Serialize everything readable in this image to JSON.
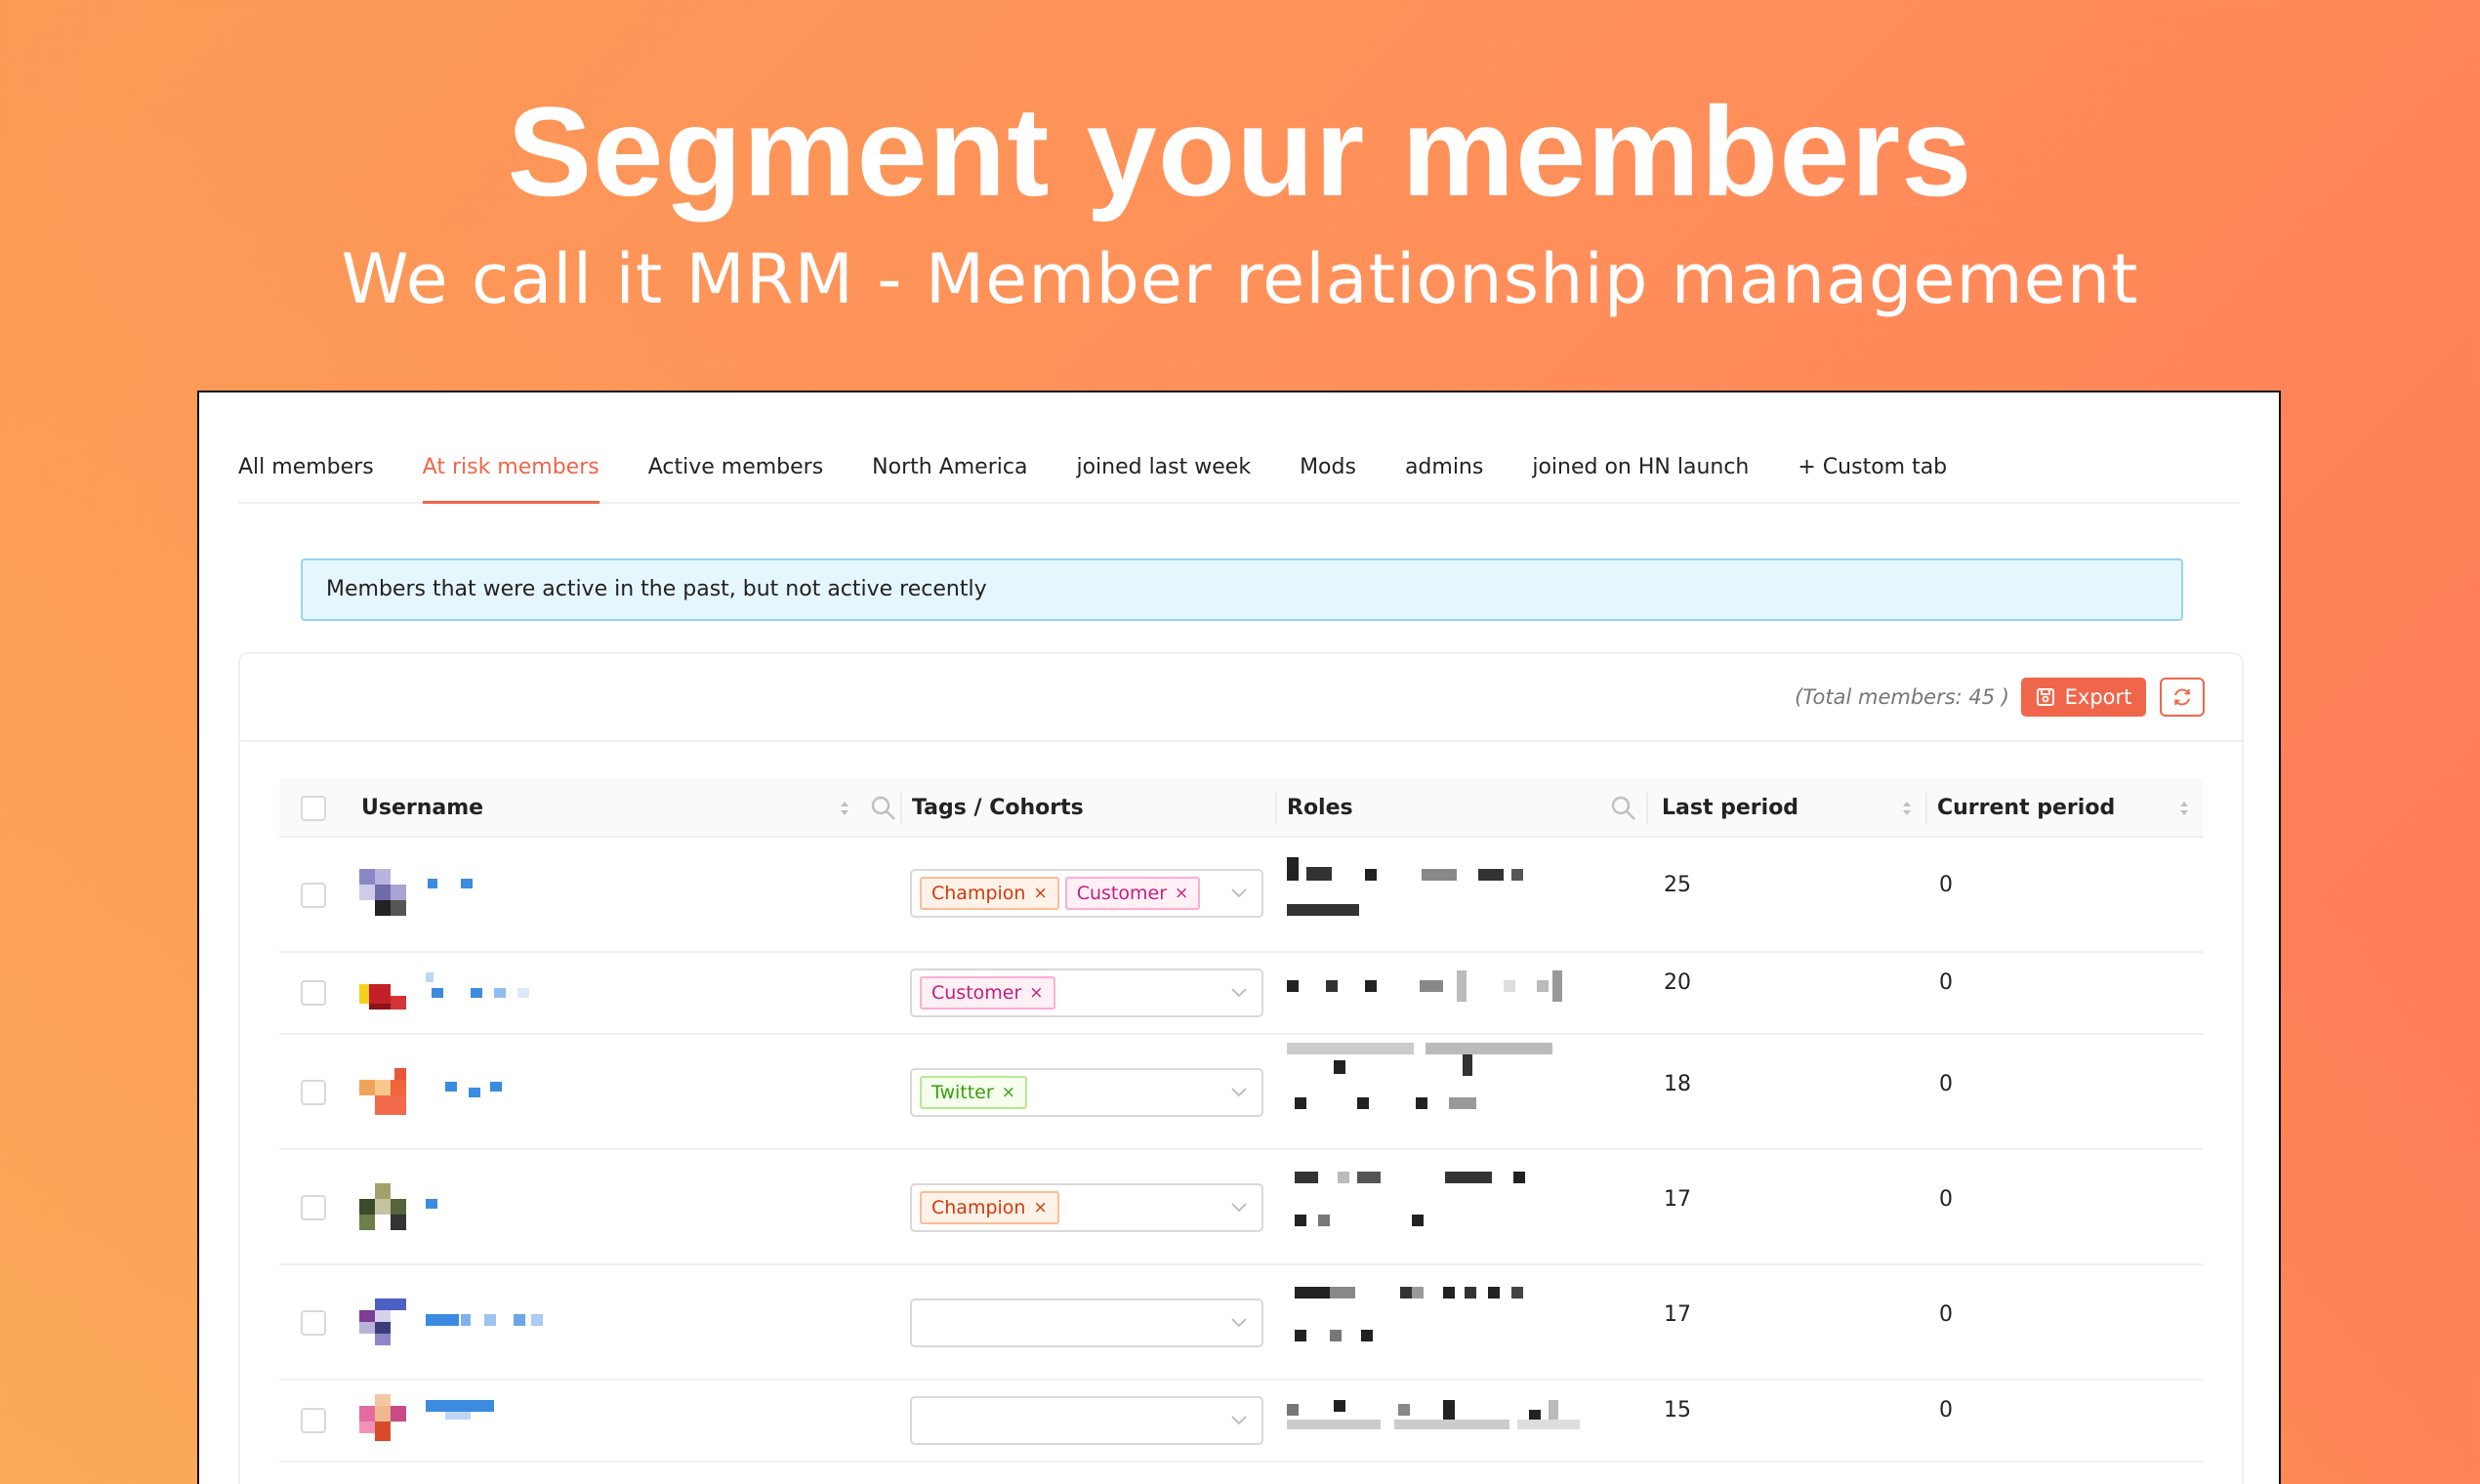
{
  "hero": {
    "title": "Segment your members",
    "subtitle": "We call it MRM - Member relationship management"
  },
  "tabs": [
    {
      "label": "All members",
      "active": false
    },
    {
      "label": "At risk members",
      "active": true
    },
    {
      "label": "Active members",
      "active": false
    },
    {
      "label": "North America",
      "active": false
    },
    {
      "label": "joined last week",
      "active": false
    },
    {
      "label": "Mods",
      "active": false
    },
    {
      "label": "admins",
      "active": false
    },
    {
      "label": "joined on HN launch",
      "active": false
    },
    {
      "label": "+ Custom tab",
      "active": false
    }
  ],
  "info": {
    "message": "Members that were active in the past, but not active recently"
  },
  "toolbar": {
    "total": "(Total members: 45 )",
    "export_label": "Export"
  },
  "columns": {
    "username": "Username",
    "tags": "Tags / Cohorts",
    "roles": "Roles",
    "last_period": "Last period",
    "current_period": "Current period"
  },
  "rows": [
    {
      "tags": [
        "Champion",
        "Customer"
      ],
      "last_period": "25",
      "current_period": "0"
    },
    {
      "tags": [
        "Customer"
      ],
      "last_period": "20",
      "current_period": "0"
    },
    {
      "tags": [
        "Twitter"
      ],
      "last_period": "18",
      "current_period": "0"
    },
    {
      "tags": [
        "Champion"
      ],
      "last_period": "17",
      "current_period": "0"
    },
    {
      "tags": [],
      "last_period": "17",
      "current_period": "0"
    },
    {
      "tags": [],
      "last_period": "15",
      "current_period": "0"
    }
  ],
  "colors": {
    "accent": "#f0664a",
    "info_bg": "#e6f6fd",
    "info_border": "#94d5f0"
  }
}
